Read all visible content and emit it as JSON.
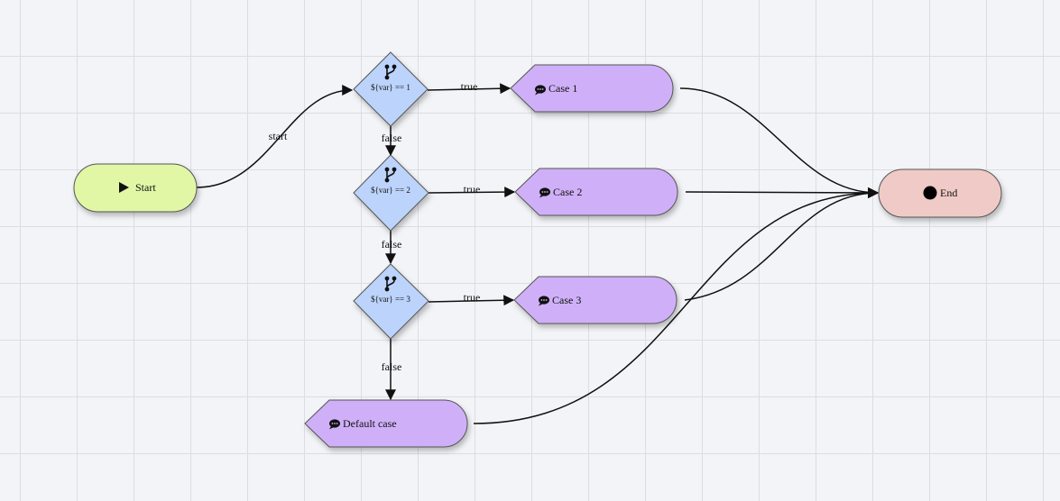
{
  "nodes": {
    "start": {
      "label": "Start",
      "icon": "play-icon"
    },
    "cond1": {
      "label": "${var} == 1",
      "icon": "branch-icon"
    },
    "cond2": {
      "label": "${var} == 2",
      "icon": "branch-icon"
    },
    "cond3": {
      "label": "${var} == 3",
      "icon": "branch-icon"
    },
    "case1": {
      "label": "Case 1",
      "icon": "chat-bubble-icon"
    },
    "case2": {
      "label": "Case 2",
      "icon": "chat-bubble-icon"
    },
    "case3": {
      "label": "Case 3",
      "icon": "chat-bubble-icon"
    },
    "default": {
      "label": "Default case",
      "icon": "chat-bubble-icon"
    },
    "end": {
      "label": "End",
      "icon": "stop-dot-icon"
    }
  },
  "edges": {
    "start_cond1": "start",
    "cond1_case1": "true",
    "cond1_cond2": "false",
    "cond2_case2": "true",
    "cond2_cond3": "false",
    "cond3_case3": "true",
    "cond3_default": "false"
  },
  "colors": {
    "start_fill": "#e1f7a6",
    "condition_fill": "#bcd3fb",
    "message_fill": "#cfb0f8",
    "end_fill": "#f0cac6",
    "node_stroke": "#555555",
    "edge_stroke": "#111111",
    "background": "#f3f4f7",
    "grid": "#dcdde1"
  }
}
